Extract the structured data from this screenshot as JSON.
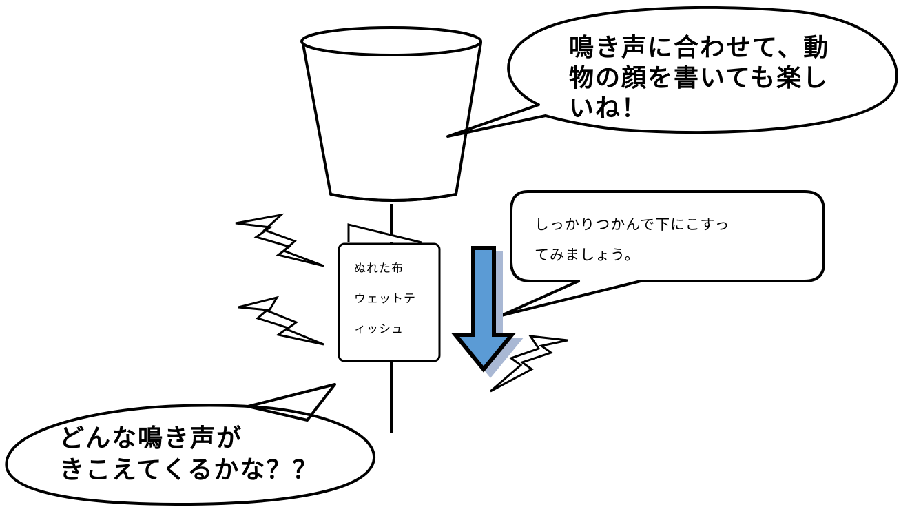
{
  "bubble_top": {
    "lines": [
      "鳴き声に合わせて、動",
      "物の顔を書いても楽し",
      "いね！"
    ]
  },
  "bubble_right": {
    "lines": [
      "しっかりつかんで下にこすっ",
      "てみましょう。"
    ]
  },
  "bubble_bottom": {
    "lines": [
      "どんな鳴き声が",
      "きこえてくるかな？？"
    ]
  },
  "cloth_label": {
    "lines": [
      "ぬれた布",
      "ウェットテ",
      "ィッシュ"
    ]
  },
  "colors": {
    "arrow_fill": "#5B9BD5",
    "arrow_shadow": "#A9B8D4",
    "stroke": "#000000"
  },
  "icons": [
    "cup-icon",
    "string-icon",
    "arrow-down-icon",
    "lightning-icon"
  ]
}
